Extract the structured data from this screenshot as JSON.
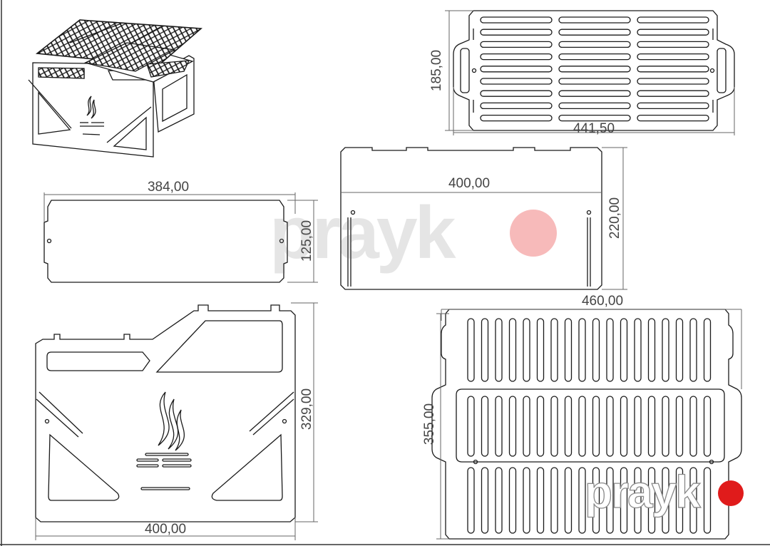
{
  "dimensions": {
    "top_grill_width": "441,50",
    "top_grill_height": "185,00",
    "side_panel_width": "384,00",
    "side_panel_height": "125,00",
    "back_panel_width": "400,00",
    "back_panel_height": "220,00",
    "front_panel_width": "400,00",
    "front_panel_height": "329,00",
    "bottom_grill_width": "460,00",
    "bottom_grill_height": "355,00"
  },
  "watermark": {
    "brand": "prayk",
    "dot_color": "#e01b1b",
    "faded_dot_color": "#f4a3a3"
  },
  "colors": {
    "line": "#1a1a1a",
    "dimension": "#555555"
  }
}
